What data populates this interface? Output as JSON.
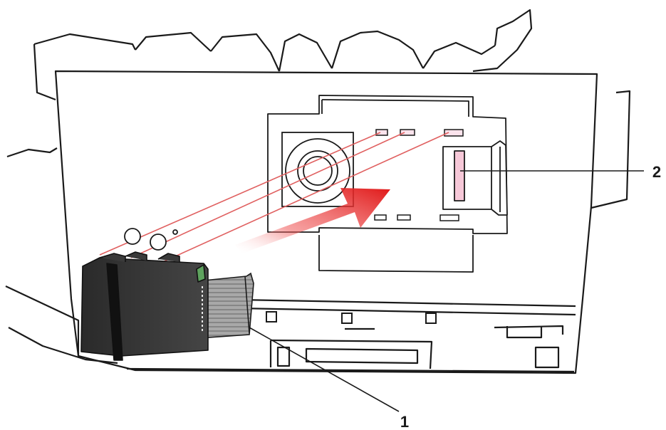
{
  "diagram": {
    "callouts": [
      {
        "id": "1",
        "label": "1",
        "target": "ribbon-cable"
      },
      {
        "id": "2",
        "label": "2",
        "target": "connector-slot"
      }
    ],
    "colors": {
      "outline": "#1a1a1a",
      "alignment_lines": "#e06060",
      "arrow": "#e01818",
      "connector_fill": "#f6c8d8",
      "module": "#3a3a3a",
      "cable": "#9a9a9a"
    },
    "icons": [
      "direction-arrow-icon"
    ]
  }
}
